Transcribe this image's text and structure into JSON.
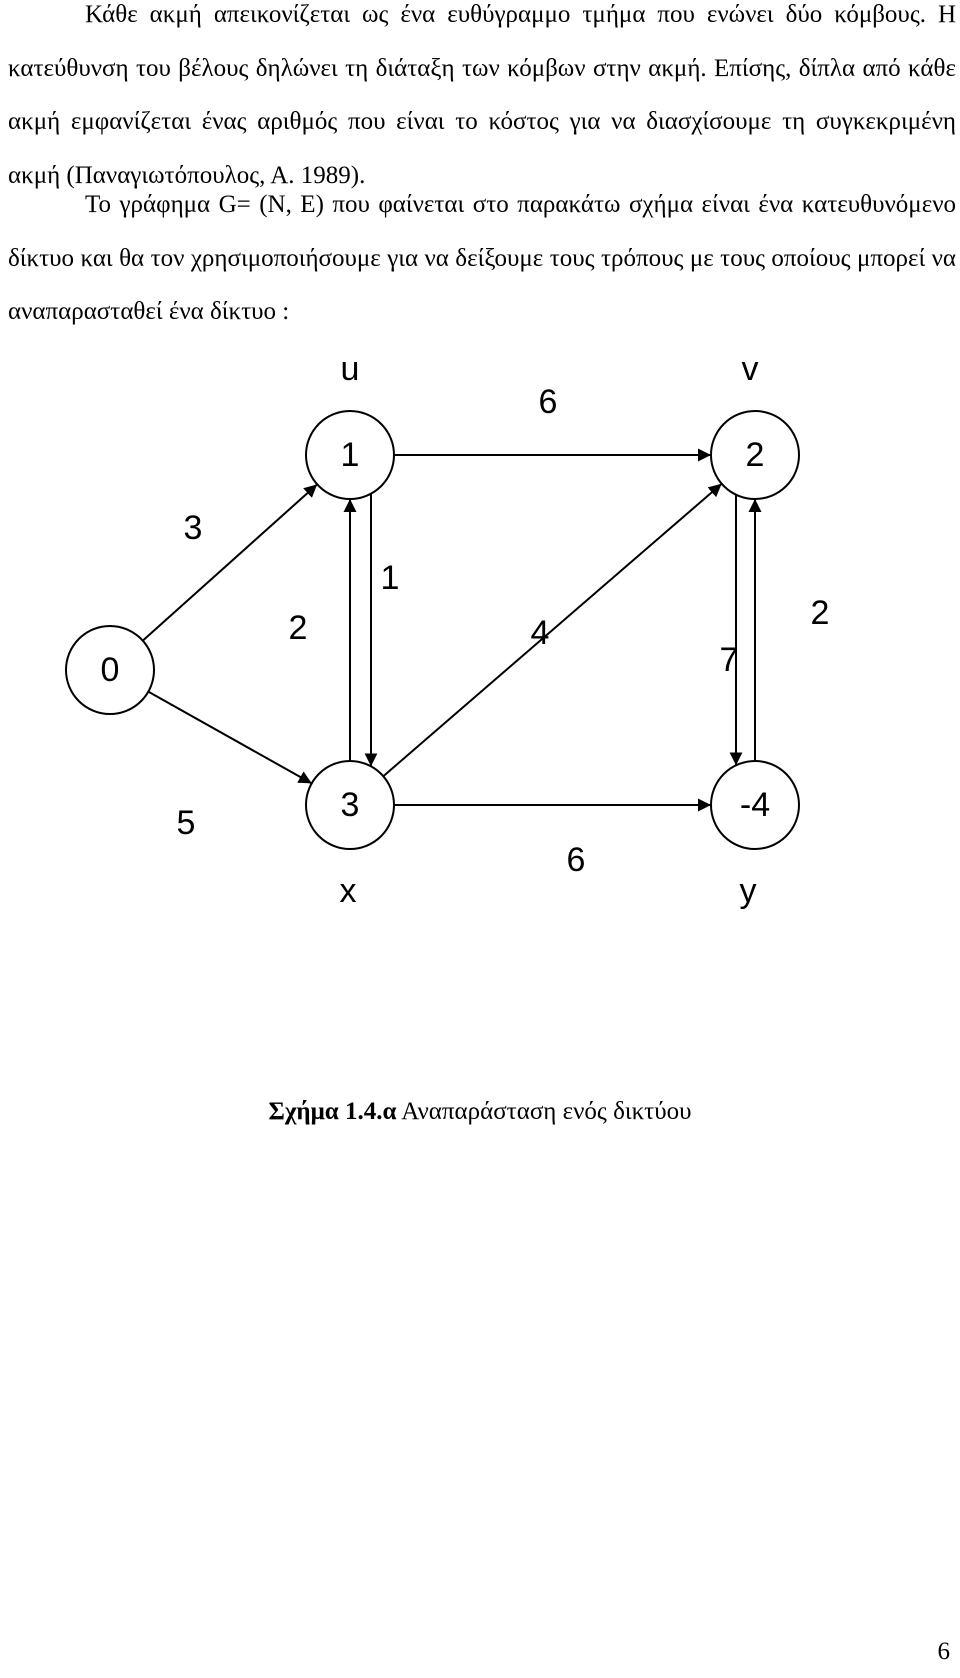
{
  "paragraphs": {
    "p1": "Κάθε ακμή απεικονίζεται ως ένα ευθύγραμμο τμήμα που ενώνει δύο κόμβους. Η κατεύθυνση του βέλους δηλώνει τη διάταξη των κόμβων στην ακμή. Επίσης, δίπλα από κάθε ακμή εμφανίζεται ένας αριθμός που είναι το κόστος για να διασχίσουμε τη συγκεκριμένη ακμή (Παναγιωτόπουλος, Α. 1989).",
    "p2": "Το γράφημα  G= (N, E) που φαίνεται στο παρακάτω σχήμα είναι ένα κατευθυνόμενο δίκτυο και θα τον χρησιμοποιήσουμε για να δείξουμε τους τρόπους με τους οποίους μπορεί να αναπαρασταθεί ένα δίκτυο :"
  },
  "graph": {
    "nodes": [
      {
        "id": "n0",
        "value": "0",
        "name": ""
      },
      {
        "id": "n1",
        "value": "1",
        "name": "u"
      },
      {
        "id": "n2",
        "value": "2",
        "name": "v"
      },
      {
        "id": "n3",
        "value": "3",
        "name": "x"
      },
      {
        "id": "n4",
        "value": "-4",
        "name": "y"
      }
    ],
    "edges": [
      {
        "from": "n0",
        "to": "n1",
        "cost": "3"
      },
      {
        "from": "n0",
        "to": "n3",
        "cost": "5"
      },
      {
        "from": "n1",
        "to": "n2",
        "cost": "6"
      },
      {
        "from": "n1",
        "to": "n3",
        "cost": "2"
      },
      {
        "from": "n3",
        "to": "n1",
        "cost": "1"
      },
      {
        "from": "n3",
        "to": "n2",
        "cost": "4"
      },
      {
        "from": "n3",
        "to": "n4",
        "cost": "6"
      },
      {
        "from": "n4",
        "to": "n2",
        "cost": "7"
      },
      {
        "from": "n2",
        "to": "n4",
        "cost": "2"
      }
    ]
  },
  "caption": {
    "label": "Σχήμα 1.4.α",
    "text": " Αναπαράσταση ενός δικτύου"
  },
  "page_number": "6"
}
